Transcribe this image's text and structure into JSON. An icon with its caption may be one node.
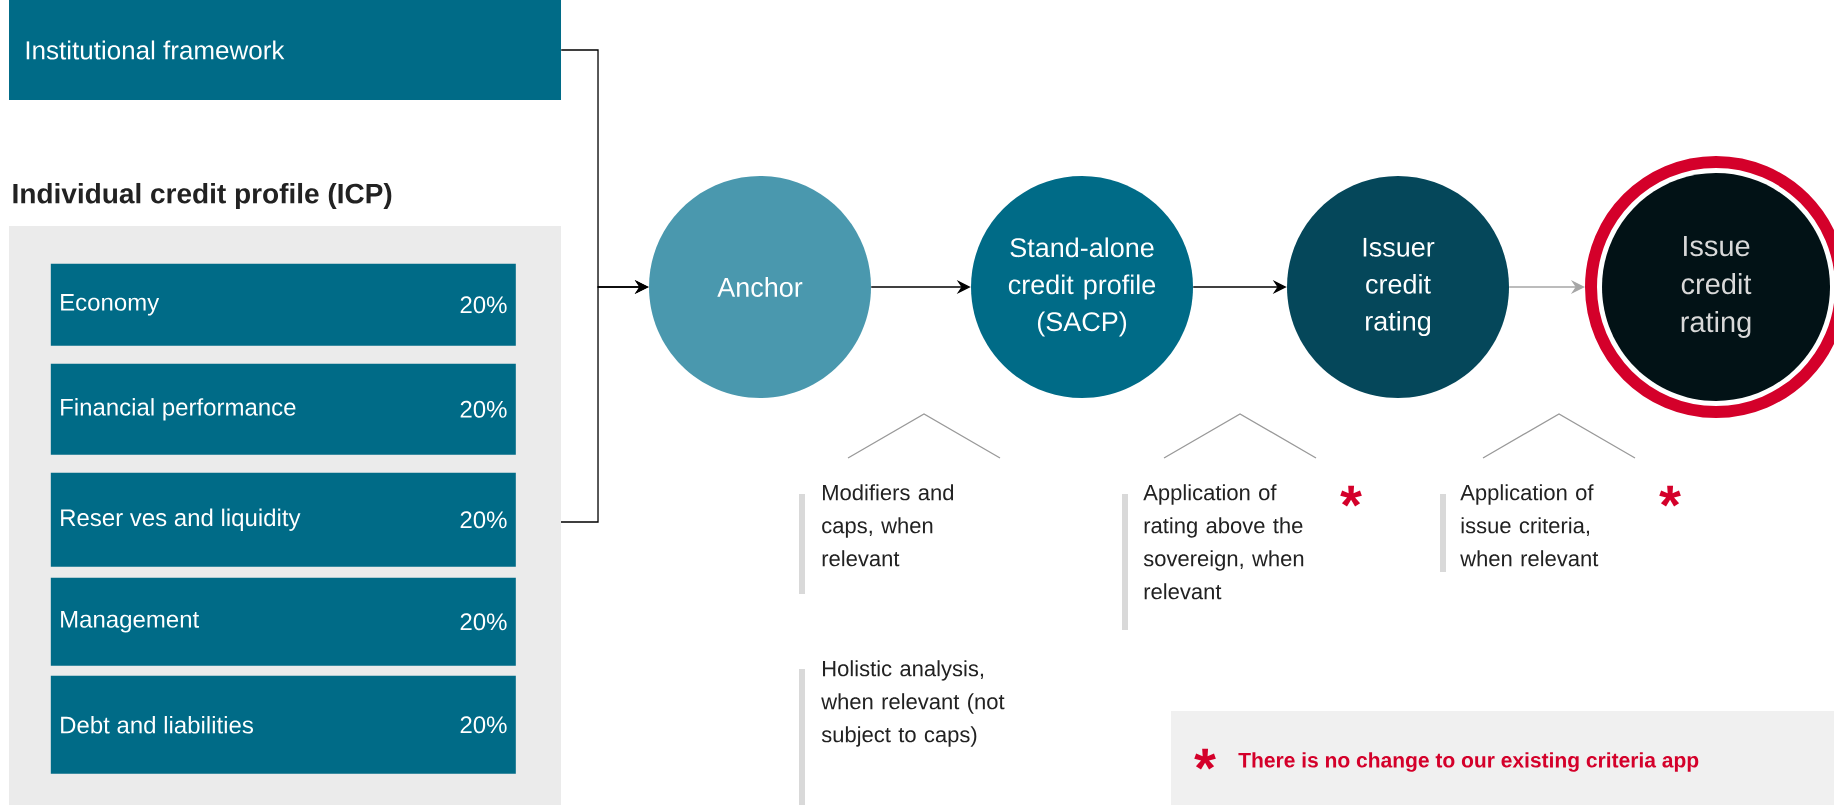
{
  "diagram": {
    "nodes": [
      {
        "text": [
          "Institutional framework"
        ]
      },
      {
        "text": [
          "Individual credit profile (ICP)"
        ]
      },
      {
        "text": [
          "Economy",
          "20%"
        ],
        "in": 1
      },
      {
        "text": [
          "Financial performance",
          "20%"
        ],
        "in": 1
      },
      {
        "text": [
          "Reser ves and liquidity",
          "20%"
        ],
        "in": 1
      },
      {
        "text": [
          "Management",
          "20%"
        ],
        "in": 1
      },
      {
        "text": [
          "Debt and liabilities",
          "20%"
        ],
        "in": 1
      },
      {
        "text": [
          "Anchor"
        ]
      },
      {
        "text": [
          "Stand-alone credit profile (SACP)"
        ]
      },
      {
        "text": [
          "Issuer credit rating"
        ]
      },
      {
        "text": [
          "Issue credit rating"
        ]
      },
      {
        "text": [
          "*",
          "There is no change to our existing criteria app"
        ]
      }
    ],
    "edges": [
      {
        "from": 0,
        "to": 7,
        "arrow": "to"
      },
      {
        "from": 1,
        "to": 7,
        "arrow": "to"
      },
      {
        "from": 7,
        "to": 8,
        "arrow": "to"
      },
      {
        "from": 8,
        "to": 9,
        "arrow": "to"
      },
      {
        "from": 9,
        "to": 10,
        "arrow": "to",
        "color": "#a6a6a6"
      }
    ],
    "labels": [
      "Modifiers and caps, when relevant",
      "Application of rating above the sovereign, when relevant",
      "*",
      "Application of issue criteria, when relevant",
      "*",
      "Holistic analysis, when relevant (not subject to caps)"
    ]
  }
}
